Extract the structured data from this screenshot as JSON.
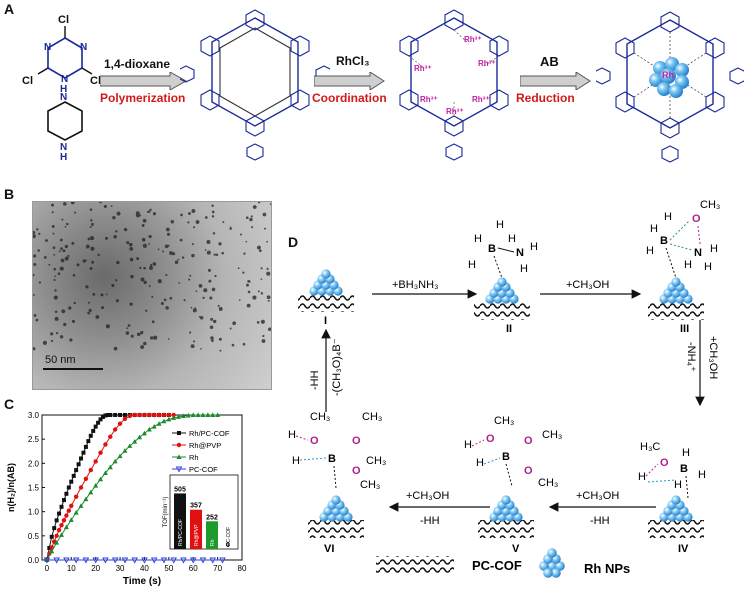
{
  "panel_a": {
    "label": "A",
    "reagent_atom_cl": "Cl",
    "reagent_atom_n": "N",
    "reagent_atom_h": "H",
    "step1_top": "1,4-dioxane",
    "step1_bottom": "Polymerization",
    "step2_top": "RhCl₃",
    "step2_bottom": "Coordination",
    "step3_top": "AB",
    "step3_bottom": "Reduction",
    "rh3": "Rh³⁺",
    "rh_np": "Rh"
  },
  "panel_b": {
    "label": "B",
    "scale_bar": "50 nm"
  },
  "panel_c": {
    "label": "C",
    "inset_ylabel": "TOF(min⁻¹)",
    "inset_bar_labels": [
      "Rh/PC-COF",
      "Rh@PVP",
      "Rh",
      "PC-COF"
    ]
  },
  "panel_d": {
    "label": "D",
    "atom_h": "H",
    "atom_b": "B",
    "atom_n": "N",
    "atom_o": "O",
    "ch3": "CH₃",
    "h3c": "H₃C",
    "step_I_II": "+BH₃NH₃",
    "step_II_III": "+CH₃OH",
    "step_III_IV_1": "+CH₃OH",
    "step_III_IV_2": "-NH₄⁺",
    "step_IV_V_1": "+CH₃OH",
    "step_IV_V_2": "-HH",
    "step_V_VI_1": "+CH₃OH",
    "step_V_VI_2": "-HH",
    "step_VI_I_1": "-(CH₃O)₄B⁻",
    "step_VI_I_2": "-HH",
    "roman": [
      "I",
      "II",
      "III",
      "IV",
      "V",
      "VI"
    ],
    "legend_support": "PC-COF",
    "legend_np": "Rh NPs"
  },
  "chart_data": {
    "type": "line",
    "xlabel": "Time (s)",
    "ylabel": "n(H₂)/n(AB)",
    "xlim": [
      -2,
      80
    ],
    "ylim": [
      0,
      3.0
    ],
    "x_ticks": [
      0,
      10,
      20,
      30,
      40,
      50,
      60,
      70,
      80
    ],
    "y_ticks": [
      0.0,
      0.5,
      1.0,
      1.5,
      2.0,
      2.5,
      3.0
    ],
    "series": [
      {
        "name": "Rh/PC-COF",
        "color": "#111111",
        "marker": "square",
        "x": [
          0,
          1,
          2,
          3,
          4,
          5,
          6,
          7,
          8,
          9,
          10,
          11,
          12,
          13,
          14,
          15,
          16,
          17,
          18,
          19,
          20,
          21,
          22,
          23,
          24,
          25,
          26,
          28,
          30,
          32,
          34,
          36,
          38,
          40,
          42,
          44,
          46,
          48,
          50
        ],
        "y": [
          0,
          0.25,
          0.48,
          0.66,
          0.82,
          0.96,
          1.1,
          1.24,
          1.37,
          1.5,
          1.62,
          1.74,
          1.86,
          1.98,
          2.1,
          2.22,
          2.34,
          2.46,
          2.57,
          2.67,
          2.76,
          2.84,
          2.91,
          2.96,
          2.99,
          3.0,
          3.0,
          3.0,
          3.0,
          3.0,
          3.0,
          3.0,
          3.0,
          3.0,
          3.0,
          3.0,
          3.0,
          3.0,
          3.0
        ]
      },
      {
        "name": "Rh@PVP",
        "color": "#e01010",
        "marker": "circle",
        "x": [
          0,
          1,
          2,
          3,
          4,
          5,
          6,
          7,
          8,
          9,
          10,
          12,
          14,
          16,
          18,
          20,
          22,
          24,
          26,
          28,
          30,
          32,
          34,
          36,
          38,
          40,
          42,
          44,
          46,
          48,
          50,
          52
        ],
        "y": [
          0,
          0.13,
          0.26,
          0.38,
          0.5,
          0.62,
          0.72,
          0.82,
          0.92,
          1.02,
          1.12,
          1.31,
          1.5,
          1.68,
          1.86,
          2.04,
          2.22,
          2.39,
          2.55,
          2.7,
          2.82,
          2.92,
          2.98,
          3.0,
          3.0,
          3.0,
          3.0,
          3.0,
          3.0,
          3.0,
          3.0,
          3.0
        ]
      },
      {
        "name": "Rh",
        "color": "#1c8a2c",
        "marker": "triangle-up",
        "x": [
          0,
          2,
          4,
          6,
          8,
          10,
          12,
          14,
          16,
          18,
          20,
          22,
          24,
          26,
          28,
          30,
          32,
          34,
          36,
          38,
          40,
          42,
          44,
          46,
          48,
          50,
          52,
          54,
          56,
          58,
          60,
          62,
          64,
          66,
          68,
          70
        ],
        "y": [
          0,
          0.18,
          0.36,
          0.52,
          0.68,
          0.83,
          0.98,
          1.12,
          1.26,
          1.4,
          1.54,
          1.67,
          1.8,
          1.92,
          2.04,
          2.15,
          2.26,
          2.36,
          2.45,
          2.54,
          2.62,
          2.7,
          2.76,
          2.82,
          2.87,
          2.91,
          2.94,
          2.96,
          2.98,
          2.99,
          3.0,
          3.0,
          3.0,
          3.0,
          3.0,
          3.0
        ]
      },
      {
        "name": "PC-COF",
        "color": "#2a40d8",
        "marker": "triangle-down",
        "x": [
          0,
          4,
          8,
          12,
          16,
          20,
          24,
          28,
          32,
          36,
          40,
          44,
          48,
          52,
          56,
          60,
          64,
          68,
          72
        ],
        "y": [
          0,
          0,
          0,
          0,
          0,
          0,
          0,
          0,
          0,
          0,
          0,
          0,
          0,
          0,
          0,
          0,
          0,
          0,
          0
        ]
      }
    ],
    "inset": {
      "type": "bar",
      "categories": [
        "Rh/PC-COF",
        "Rh@PVP",
        "Rh",
        "PC-COF"
      ],
      "values": [
        505,
        357,
        252,
        0
      ],
      "colors": [
        "#111111",
        "#e01010",
        "#1c9a2c",
        "#2a40d8"
      ]
    }
  }
}
